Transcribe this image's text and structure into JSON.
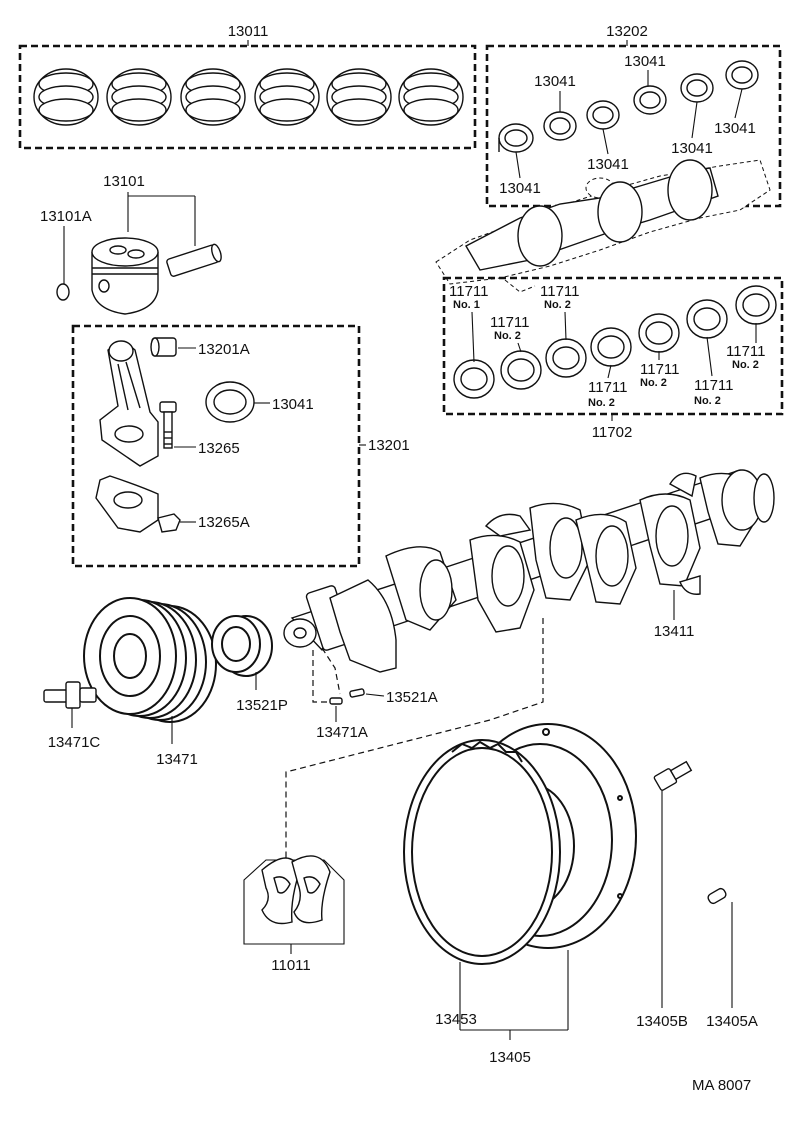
{
  "labels": {
    "rings": "13011",
    "bearing_set_top": "13202",
    "bearing_a": "13041",
    "bearing_b": "13041",
    "bearing_c": "13041",
    "bearing_d": "13041",
    "bearing_e": "13041",
    "bearing_f": "13041",
    "piston": "13101",
    "piston_clip": "13101A",
    "main_bearing_1": "11711",
    "main_bearing_1_sub": "No. 1",
    "main_bearing_2": "11711",
    "main_bearing_2_sub": "No. 2",
    "main_bearing_3": "11711",
    "main_bearing_3_sub": "No. 2",
    "main_bearing_4": "11711",
    "main_bearing_4_sub": "No. 2",
    "main_bearing_5": "11711",
    "main_bearing_5_sub": "No. 2",
    "main_bearing_6": "11711",
    "main_bearing_6_sub": "No. 2",
    "main_bearing_7": "11711",
    "main_bearing_7_sub": "No. 2",
    "main_bearing_set": "11702",
    "rod_bushing": "13201A",
    "rod_bearing": "13041",
    "rod_bolt": "13265",
    "rod_assembly": "13201",
    "rod_nut": "13265A",
    "crankshaft": "13411",
    "pulley_bolt": "13471C",
    "pulley": "13471",
    "timing_gear": "13521P",
    "gear_key": "13521A",
    "pulley_key": "13471A",
    "thrust_washer": "11011",
    "ring_gear": "13453",
    "flywheel": "13405",
    "flywheel_bolt": "13405B",
    "flywheel_pin": "13405A",
    "figure_code": "MA  8007"
  }
}
